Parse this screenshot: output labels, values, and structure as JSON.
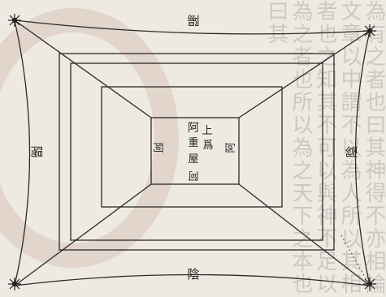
{
  "background_text": "為有之者也曰其神得不亦相論文章以中謂不以為人所以其相者也之知其不可以與神不足以為之者也所以為之天下之本也曰其",
  "diagram": {
    "labels": {
      "top": "陽",
      "bottom": "陰",
      "left": "陽",
      "right": "陰",
      "center_top_left": "阿",
      "center_top_mid": "上",
      "center_mid1": "爲",
      "center_mid2": "重",
      "center_mid3": "屋",
      "center_left": "阿",
      "center_right": "阿",
      "center_bottom": "阿"
    },
    "corner_icon": "star-spark-icon"
  }
}
